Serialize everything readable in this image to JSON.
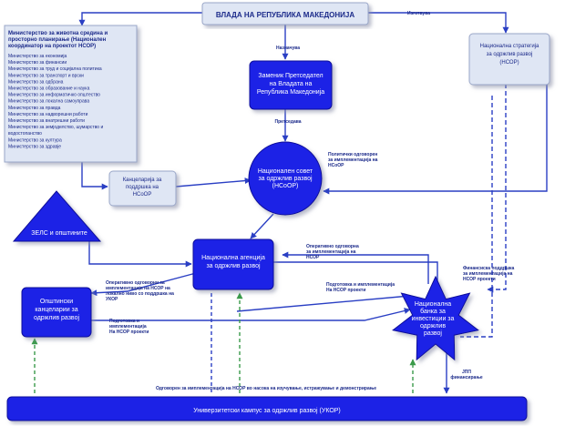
{
  "nodes": {
    "government": "ВЛАДА НА РЕПУБЛИКА МАКЕДОНИЈА",
    "ministry_env": [
      "Министерство за животна средина и",
      "просторно планирање (Национален",
      "координатор на проектот НСОР)"
    ],
    "ministries": [
      "Министерство за економија",
      "Министерство за финансии",
      "Министерство за труд и социјална политика",
      "Министерство за транспорт и врски",
      "Министерство за одбрана",
      "Министерство за образование и наука",
      "Министерство за информатичко општество",
      "Министерство за локална самоуправа",
      "Министерство за правда",
      "Министерство за надворешни работи",
      "Министерство за внатрешни работи",
      "Министерство за земјоделство, шумарство и",
      "водостопанство",
      "Министерство за култура",
      "Министерство за здравје"
    ],
    "deputy_pm": [
      "Заменик Претседател",
      "на Владата на",
      "Република Македонија"
    ],
    "national_strategy": [
      "Национална стратегија",
      "за одржлив развој",
      "(НСОР)"
    ],
    "national_council": [
      "Национален совет",
      "за одржлив развој",
      "(НСоОР)"
    ],
    "office_support": [
      "Канцеларија за",
      "поддршка на",
      "НСоОР"
    ],
    "zels": "ЗЕЛС и општините",
    "national_agency": [
      "Национална агенција",
      "за одржлив развој"
    ],
    "municipal_offices": [
      "Општински",
      "канцеларии за",
      "одржлив развој"
    ],
    "national_bank": [
      "Национална",
      "банка за",
      "инвестиции за",
      "одржлив",
      "развој"
    ],
    "university": "Универзитетски кампус за одржлив развој (УКОР)"
  },
  "labels": {
    "prepares": "Изготвува",
    "nominates": "Назначува",
    "chairs": "Претседава",
    "political_resp": [
      "Политички одговорен",
      "за имплементација на",
      "НСоОР"
    ],
    "operational_resp_agency": [
      "Оперативно одговорна",
      "за имплементација на",
      "НСОР"
    ],
    "operational_resp_local": [
      "Оперативно одговорни за",
      "имплементација на НСОР на",
      "локално ниво со поддршка на",
      "УКОР"
    ],
    "prep_impl_nsor": [
      "Подготовка и имплементација",
      "На НСОР проекти"
    ],
    "prep_impl_local": [
      "Подготовка и",
      "имплементација",
      "На НСОР проекти"
    ],
    "financial_support": [
      "Финансиска поддршка",
      "за имплементација на",
      "НСОР проекти"
    ],
    "ppp": [
      "ЈПП",
      "финансирање"
    ],
    "university_resp": "Одговорен за имплементација на НСОР во насока на изучување, истражување и демонстрирање"
  }
}
